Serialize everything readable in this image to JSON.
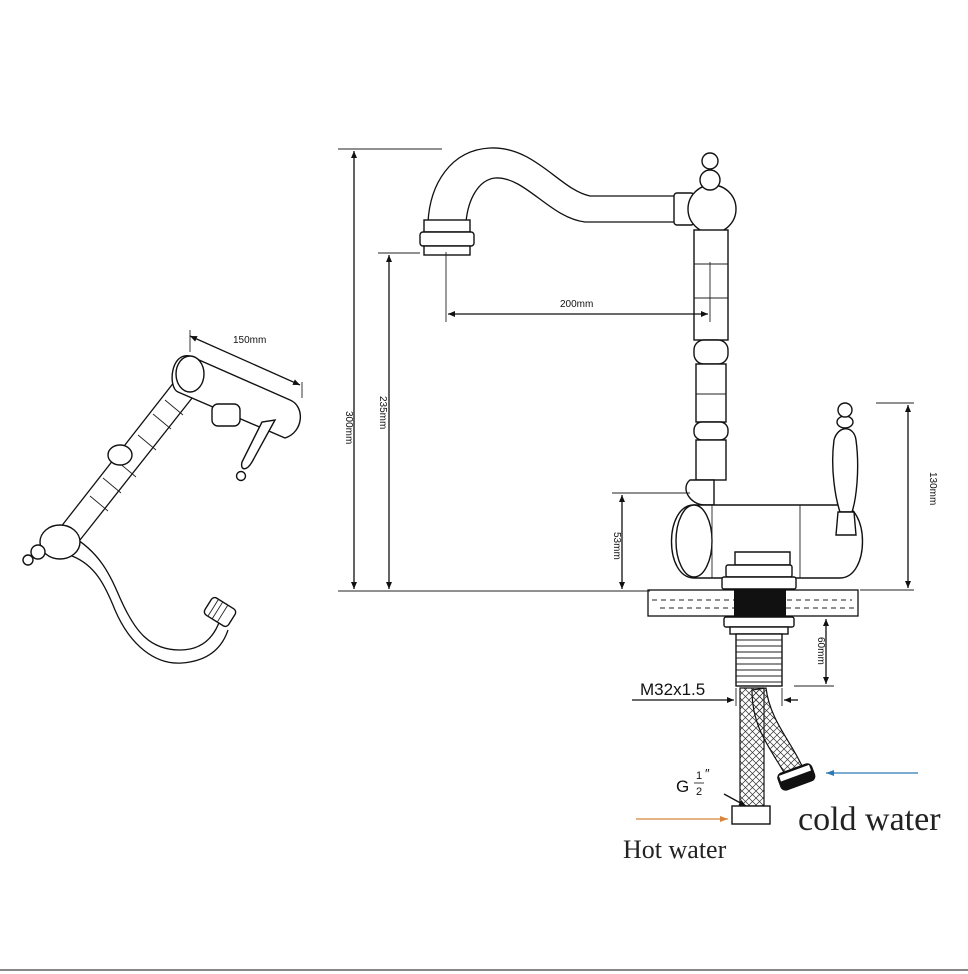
{
  "dimensions": {
    "reach": "200mm",
    "total_height": "300mm",
    "spout_height": "235mm",
    "body_height": "53mm",
    "handle_height": "130mm",
    "shank_length": "60mm",
    "top_view_width": "150mm"
  },
  "specs": {
    "thread": "M32x1.5",
    "hose_thread_letter": "G",
    "hose_thread_num": "1",
    "hose_thread_den": "2",
    "hose_thread_unit": "″"
  },
  "labels": {
    "cold": "cold water",
    "hot": "Hot water"
  },
  "colors": {
    "cold_arrow": "#2a7ab8",
    "hot_arrow": "#d9843a",
    "line": "#111111"
  }
}
